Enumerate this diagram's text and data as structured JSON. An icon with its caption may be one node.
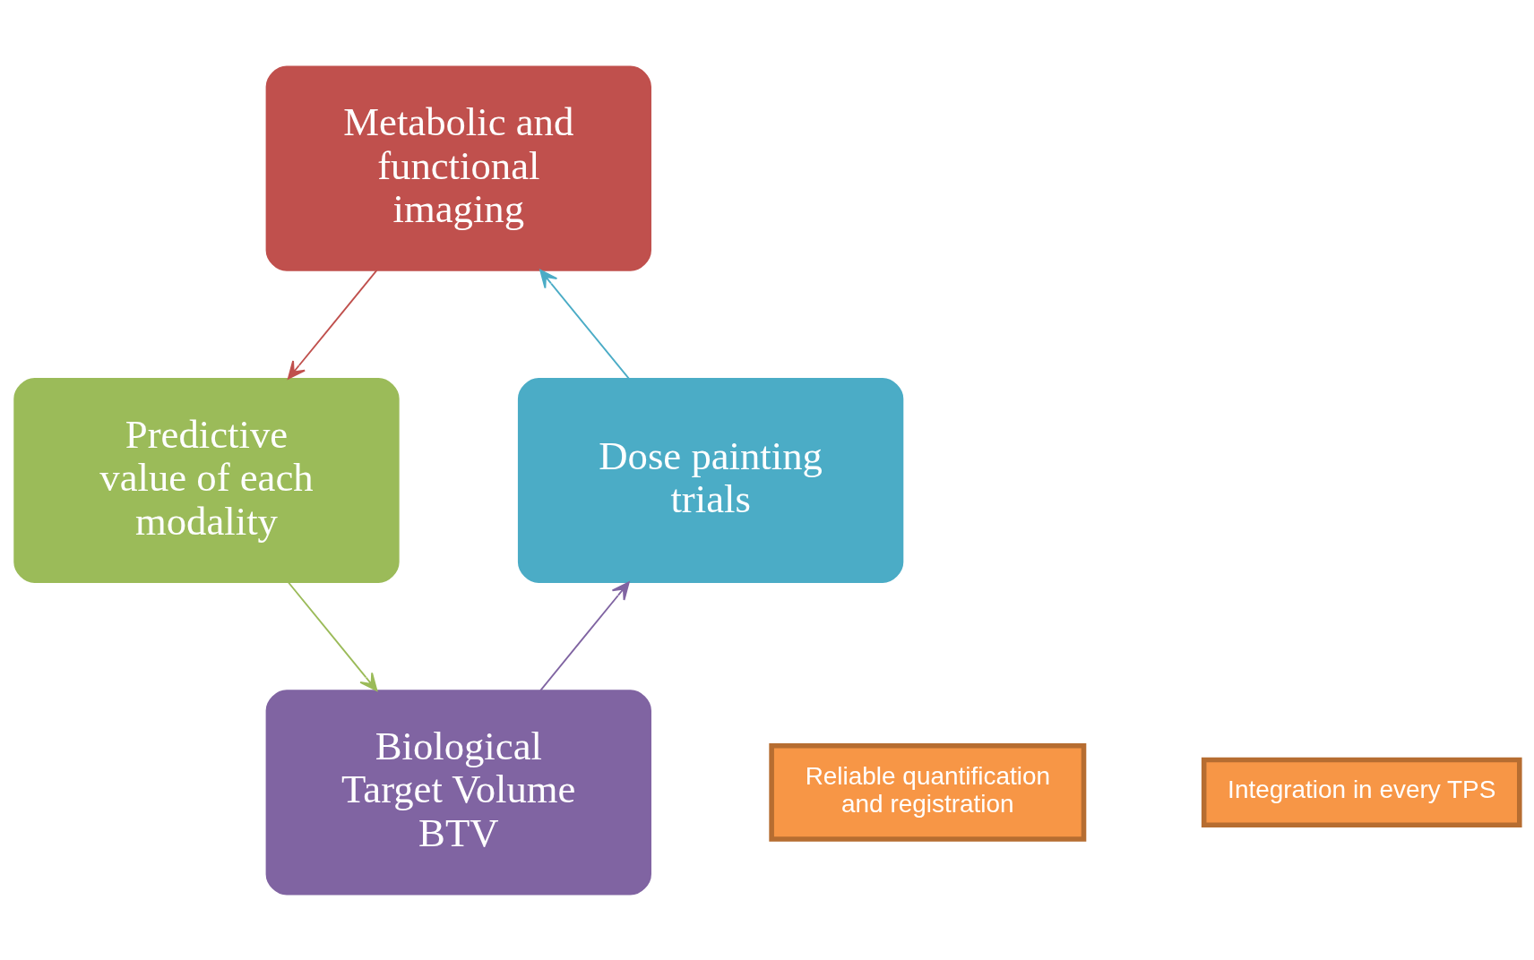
{
  "diagram": {
    "nodes": [
      {
        "text": [
          "Metabolic and functional imaging"
        ]
      },
      {
        "text": [
          "Dose painting trials"
        ]
      },
      {
        "text": [
          "Predictive value of each modality"
        ]
      },
      {
        "text": [
          "Reliable quantification and registration"
        ]
      },
      {
        "text": [
          "Integration in every TPS"
        ]
      },
      {
        "text": [
          "Biological Target Volume BTV"
        ]
      }
    ],
    "edges": [
      {
        "from": 0,
        "to": 2,
        "arrow": "to",
        "color": "#c0504d"
      },
      {
        "from": 2,
        "to": 5,
        "arrow": "to",
        "color": "#9bbb59"
      },
      {
        "from": 5,
        "to": 1,
        "arrow": "to",
        "color": "#8064a2"
      },
      {
        "from": 1,
        "to": 0,
        "arrow": "to",
        "color": "#4bacc6"
      }
    ]
  }
}
